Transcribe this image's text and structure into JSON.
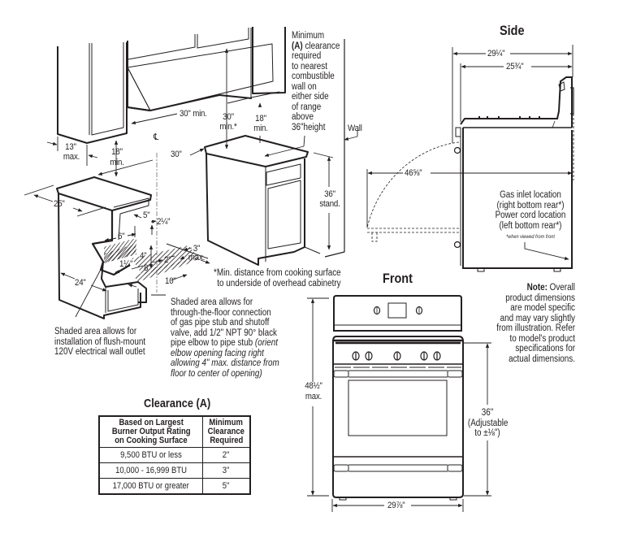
{
  "installation_view": {
    "clearance_note": [
      "Minimum",
      "(A) clearance",
      "required",
      "to nearest",
      "combustible",
      "wall on",
      "either side",
      "of range",
      "above",
      "36\"height"
    ],
    "clearance_note_bold": "(A)",
    "wall_label": "Wall",
    "dimensions": {
      "hood_width": "30\" min.",
      "cabinet_to_cooktop_top": "30\"",
      "cabinet_to_cooktop_bottom": "min.*",
      "side_cabinet_top": "18\"",
      "side_cabinet_bottom": "min.",
      "cabinet_depth_top": "13\"",
      "cabinet_depth_bottom": "max.",
      "counter_to_cabinet_top": "18\"",
      "counter_to_cabinet_bottom": "min.",
      "opening_width": "30\"",
      "centerline": "℄",
      "counter_height_top": "36\"",
      "counter_height_bottom": "stand.",
      "counter_depth": "25\"",
      "cabinet_depth": "24\"",
      "outlet_offset": "5\"",
      "outlet_offset_2": "2¼\"",
      "outlet_width": "6\"",
      "outlet_height": "4\"",
      "floor_offset": "1¼\"",
      "floor_length": "8\"",
      "floor_gap": "2\"",
      "floor_max_top": "3\"",
      "floor_max_bottom": "max.",
      "floor_width": "10\""
    },
    "footnote": [
      "*Min. distance from cooking surface",
      "to underside of overhead cabinetry"
    ],
    "outlet_note": [
      "Shaded area allows for",
      "installation of flush-mount",
      "120V electrical wall outlet"
    ],
    "gas_note": [
      "Shaded area allows for",
      "through-the-floor connection",
      "of gas pipe stub and shutoff",
      "valve, add 1/2\" NPT 90° black",
      "pipe elbow to pipe stub "
    ],
    "gas_note_italic_start": "(orient",
    "gas_note_italic": [
      "elbow opening facing right",
      "allowing 4\" max. distance from",
      "floor to center of opening)"
    ]
  },
  "side_view": {
    "title": "Side",
    "overall_depth": "29¼\"",
    "body_depth": "25¾\"",
    "door_open_depth": "46⅝\"",
    "callout": [
      "Gas inlet location",
      "(right bottom rear*)",
      "Power cord location",
      "(left bottom rear*)"
    ],
    "callout_footnote": "*when viewed from front"
  },
  "front_view": {
    "title": "Front",
    "height_top": "48½\"",
    "height_bottom": "max.",
    "cooktop_height": [
      "36\"",
      "(Adjustable",
      "to ±⅛\")"
    ],
    "width": "29⅞\""
  },
  "note": {
    "label": "Note:",
    "text": [
      " Overall",
      "product dimensions",
      "are model specific",
      "and may vary slightly",
      "from illustration. Refer",
      "to model's product",
      "specifications for",
      "actual dimensions."
    ]
  },
  "clearance_table": {
    "title": "Clearance (A)",
    "headers": [
      [
        "Based on Largest",
        "Burner Output Rating",
        "on Cooking Surface"
      ],
      [
        "Minimum",
        "Clearance",
        "Required"
      ]
    ],
    "rows": [
      {
        "rating": "9,500 BTU or less",
        "clearance": "2\""
      },
      {
        "rating": "10,000 - 16,999 BTU",
        "clearance": "3\""
      },
      {
        "rating": "17,000 BTU or greater",
        "clearance": "5\""
      }
    ]
  }
}
